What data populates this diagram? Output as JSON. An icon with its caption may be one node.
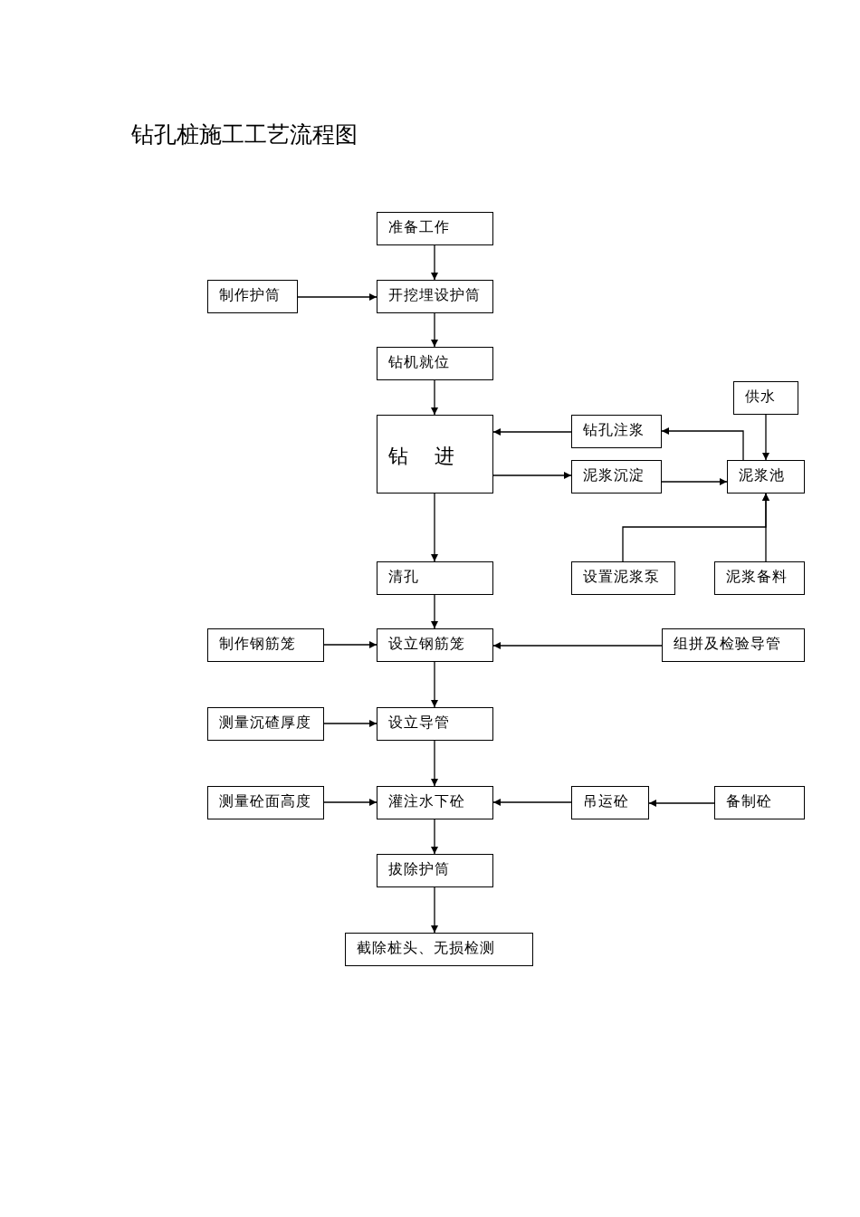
{
  "diagram": {
    "title": "钻孔桩施工工艺流程图",
    "nodes": [
      {
        "text": [
          "准备工作"
        ]
      },
      {
        "text": [
          "制作护筒"
        ]
      },
      {
        "text": [
          "开挖埋设护筒"
        ]
      },
      {
        "text": [
          "钻机就位"
        ]
      },
      {
        "text": [
          "供水"
        ]
      },
      {
        "text": [
          "钻 进"
        ]
      },
      {
        "text": [
          "钻孔注浆"
        ]
      },
      {
        "text": [
          "泥浆沉淀"
        ]
      },
      {
        "text": [
          "泥浆池"
        ]
      },
      {
        "text": [
          "清孔"
        ]
      },
      {
        "text": [
          "设置泥浆泵"
        ]
      },
      {
        "text": [
          "泥浆备料"
        ]
      },
      {
        "text": [
          "制作钢筋笼"
        ]
      },
      {
        "text": [
          "设立钢筋笼"
        ]
      },
      {
        "text": [
          "组拼及检验导管"
        ]
      },
      {
        "text": [
          "测量沉碴厚度"
        ]
      },
      {
        "text": [
          "设立导管"
        ]
      },
      {
        "text": [
          "测量砼面高度"
        ]
      },
      {
        "text": [
          "灌注水下砼"
        ]
      },
      {
        "text": [
          "吊运砼"
        ]
      },
      {
        "text": [
          "备制砼"
        ]
      },
      {
        "text": [
          "拔除护筒"
        ]
      },
      {
        "text": [
          "截除桩头、无损检测"
        ]
      }
    ],
    "edges": [
      {
        "from": 0,
        "to": 2,
        "arrow": "to"
      },
      {
        "from": 1,
        "to": 2,
        "arrow": "to"
      },
      {
        "from": 2,
        "to": 3,
        "arrow": "to"
      },
      {
        "from": 3,
        "to": 5,
        "arrow": "to"
      },
      {
        "from": 4,
        "to": 8,
        "arrow": "to"
      },
      {
        "from": 8,
        "to": 6,
        "arrow": "to"
      },
      {
        "from": 6,
        "to": 5,
        "arrow": "to"
      },
      {
        "from": 5,
        "to": 7,
        "arrow": "to"
      },
      {
        "from": 7,
        "to": 8,
        "arrow": "to"
      },
      {
        "from": 10,
        "to": 8,
        "arrow": "to"
      },
      {
        "from": 11,
        "to": 8,
        "arrow": "to"
      },
      {
        "from": 5,
        "to": 9,
        "arrow": "to"
      },
      {
        "from": 9,
        "to": 13,
        "arrow": "to"
      },
      {
        "from": 12,
        "to": 13,
        "arrow": "to"
      },
      {
        "from": 14,
        "to": 13,
        "arrow": "to"
      },
      {
        "from": 13,
        "to": 16,
        "arrow": "to"
      },
      {
        "from": 15,
        "to": 16,
        "arrow": "to"
      },
      {
        "from": 16,
        "to": 18,
        "arrow": "to"
      },
      {
        "from": 17,
        "to": 18,
        "arrow": "to"
      },
      {
        "from": 19,
        "to": 18,
        "arrow": "to"
      },
      {
        "from": 20,
        "to": 19,
        "arrow": "to"
      },
      {
        "from": 18,
        "to": 21,
        "arrow": "to"
      },
      {
        "from": 21,
        "to": 22,
        "arrow": "to"
      }
    ]
  }
}
